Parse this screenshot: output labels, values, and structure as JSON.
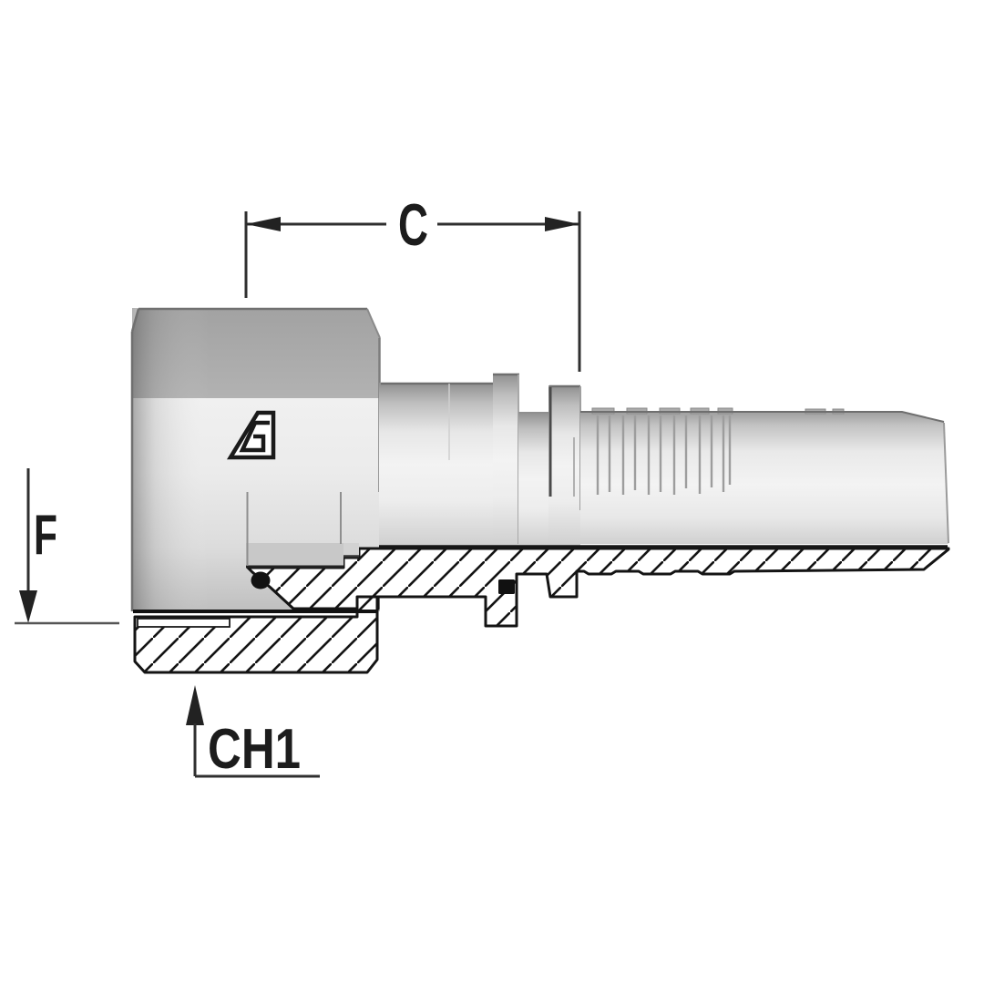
{
  "diagram": {
    "labels": {
      "dim_c": "C",
      "dim_f": "F",
      "dim_ch1": "CH1"
    },
    "colors": {
      "background": "#ffffff",
      "outline": "#141414",
      "dimension": "#2f2f2f",
      "text": "#1c1c1c",
      "metal_dark": "#a2a2a2",
      "metal_light": "#f3f3f3",
      "seal": "#111111"
    }
  }
}
